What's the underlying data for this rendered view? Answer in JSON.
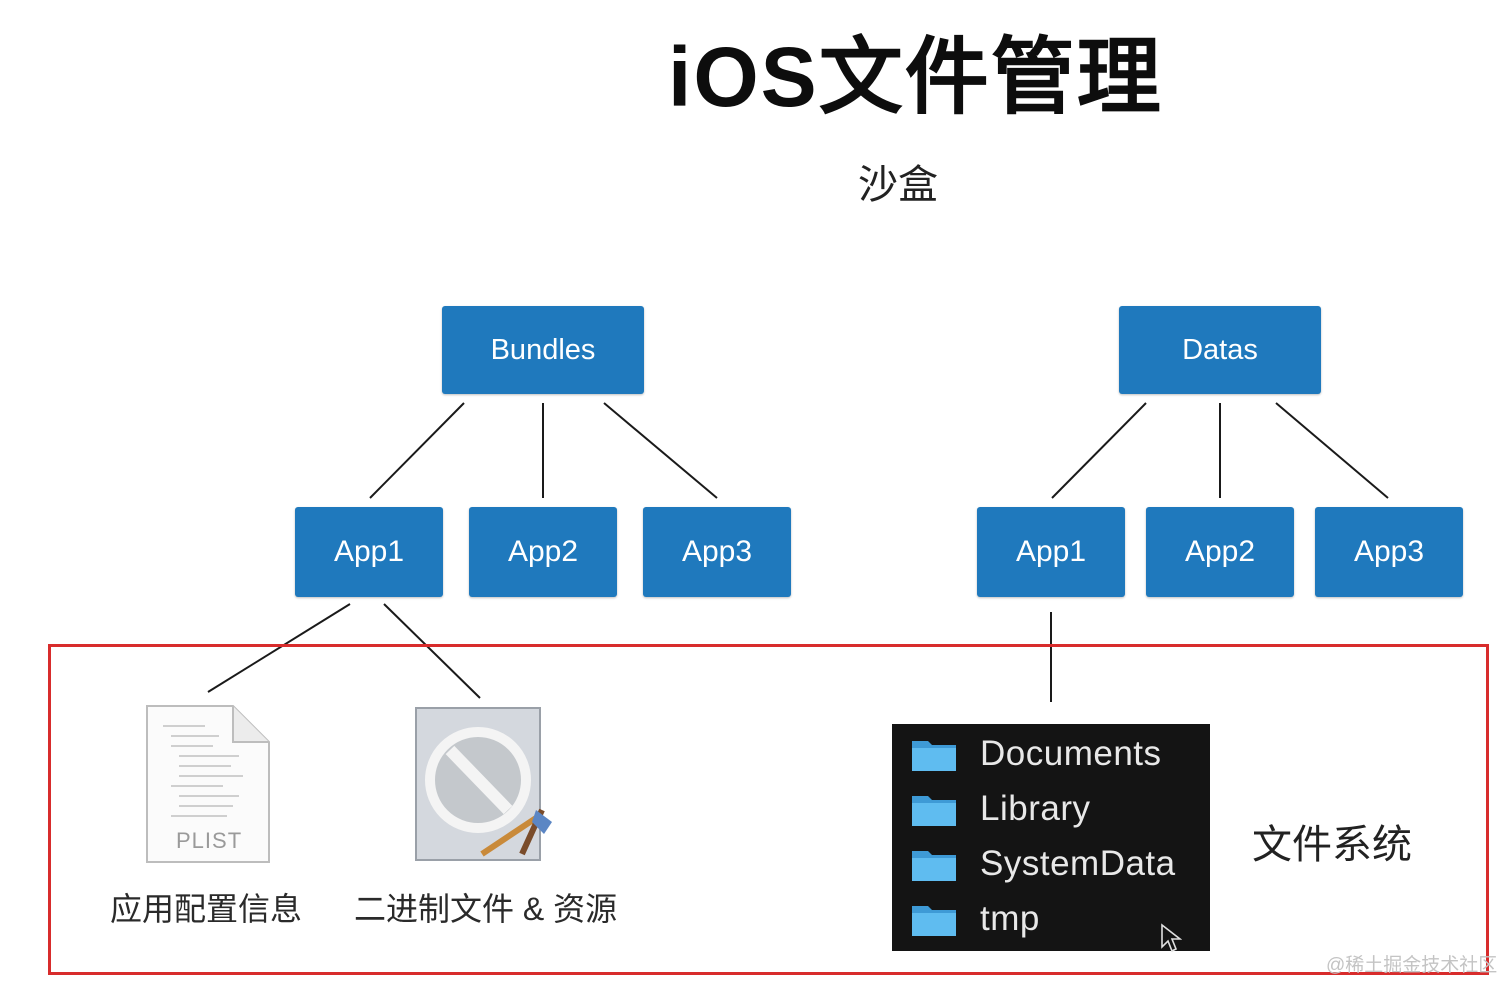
{
  "title": "iOS文件管理",
  "subtitle": "沙盒",
  "bundles": {
    "root_label": "Bundles",
    "children": [
      "App1",
      "App2",
      "App3"
    ]
  },
  "datas": {
    "root_label": "Datas",
    "children": [
      "App1",
      "App2",
      "App3"
    ]
  },
  "bundle_contents": {
    "plist_icon_label": "PLIST",
    "plist_caption": "应用配置信息",
    "binary_caption": "二进制文件 & 资源"
  },
  "file_system": {
    "folders": [
      "Documents",
      "Library",
      "SystemData",
      "tmp"
    ],
    "label": "文件系统"
  },
  "watermark": "@稀土掘金技术社区",
  "colors": {
    "node_fill": "#1f79bd",
    "highlight_frame": "#d82c2c",
    "folder_blue": "#4fb3ec",
    "finder_bg": "#141414"
  }
}
